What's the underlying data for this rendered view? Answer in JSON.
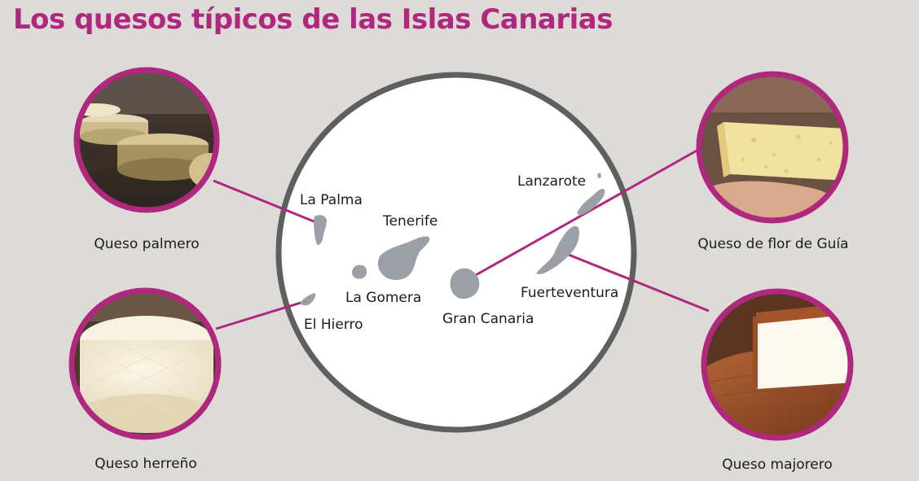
{
  "title": "Los quesos típicos de las Islas Canarias",
  "colors": {
    "accent": "#b0287e",
    "island": "#9aa0a6",
    "map_ring": "#5f5f5f",
    "background": "#dcdbd7"
  },
  "cheeses": [
    {
      "id": "palmero",
      "label": "Queso palmero",
      "image": "stacked aged cheese wheels on wooden shelves"
    },
    {
      "id": "herreno",
      "label": "Queso herreño",
      "image": "fresh white cheese wheel"
    },
    {
      "id": "flor-guia",
      "label": "Queso de flor de Guía",
      "image": "hand holding a wedge of yellow cheese with holes"
    },
    {
      "id": "majorero",
      "label": "Queso majorero",
      "image": "cut cheese with paprika-rubbed rind"
    }
  ],
  "islands": [
    {
      "id": "la-palma",
      "name": "La Palma"
    },
    {
      "id": "tenerife",
      "name": "Tenerife"
    },
    {
      "id": "la-gomera",
      "name": "La Gomera"
    },
    {
      "id": "el-hierro",
      "name": "El Hierro"
    },
    {
      "id": "gran-canaria",
      "name": "Gran Canaria"
    },
    {
      "id": "lanzarote",
      "name": "Lanzarote"
    },
    {
      "id": "fuerteventura",
      "name": "Fuerteventura"
    }
  ]
}
